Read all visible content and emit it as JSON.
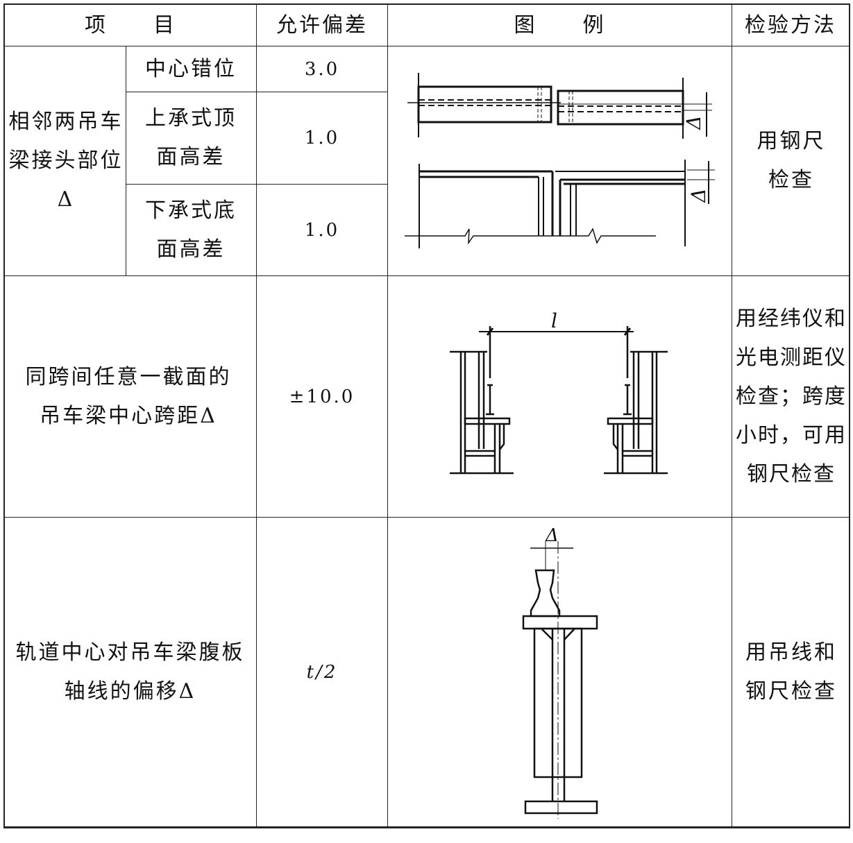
{
  "header": {
    "item": "项　　目",
    "tolerance": "允许偏差",
    "figure": "图　　例",
    "method": "检验方法"
  },
  "rows": [
    {
      "item": "相邻两吊车梁接头部位Δ",
      "subs": [
        {
          "label": "中心错位",
          "tolerance": "3.0"
        },
        {
          "label": "上承式顶面高差",
          "tolerance": "1.0"
        },
        {
          "label": "下承式底面高差",
          "tolerance": "1.0"
        }
      ],
      "method": "用钢尺检查",
      "figure_labels": [
        "Δ",
        "Δ"
      ]
    },
    {
      "item": "同跨间任意一截面的吊车梁中心跨距Δ",
      "tolerance": "±10.0",
      "method": "用经纬仪和光电测距仪检查；跨度小时，可用钢尺检查",
      "figure_labels": [
        "l"
      ]
    },
    {
      "item": "轨道中心对吊车梁腹板轴线的偏移Δ",
      "tolerance": "t/2",
      "method": "用吊线和钢尺检查",
      "figure_labels": [
        "Δ"
      ]
    }
  ]
}
